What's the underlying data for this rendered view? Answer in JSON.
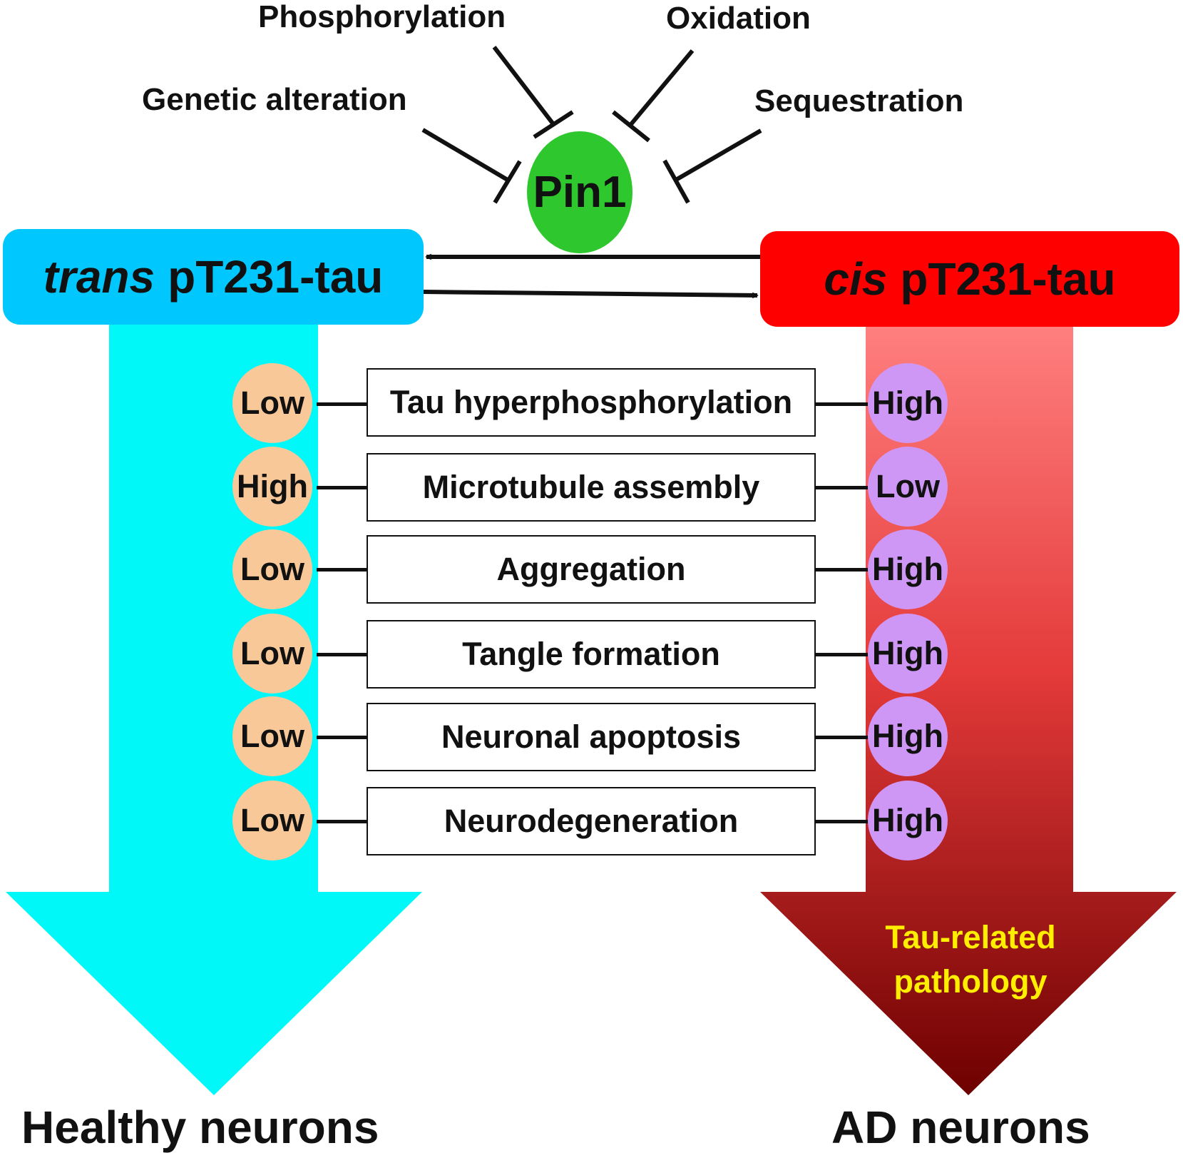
{
  "regulators": {
    "phosphorylation": "Phosphorylation",
    "oxidation": "Oxidation",
    "genetic_alteration": "Genetic alteration",
    "sequestration": "Sequestration"
  },
  "pin1": {
    "label": "Pin1",
    "color": "#2ec82e"
  },
  "states": {
    "trans": {
      "prefix": "trans",
      "label": "pT231-tau",
      "color": "#00c8ff"
    },
    "cis": {
      "prefix": "cis",
      "label": "pT231-tau",
      "color": "#ff0000"
    }
  },
  "processes": [
    {
      "label": "Tau hyperphosphorylation",
      "trans_level": "Low",
      "cis_level": "High"
    },
    {
      "label": "Microtubule assembly",
      "trans_level": "High",
      "cis_level": "Low"
    },
    {
      "label": "Aggregation",
      "trans_level": "Low",
      "cis_level": "High"
    },
    {
      "label": "Tangle formation",
      "trans_level": "Low",
      "cis_level": "High"
    },
    {
      "label": "Neuronal apoptosis",
      "trans_level": "Low",
      "cis_level": "High"
    },
    {
      "label": "Neurodegeneration",
      "trans_level": "Low",
      "cis_level": "High"
    }
  ],
  "pathology": {
    "line1": "Tau-related",
    "line2": "pathology",
    "color": "#ffee00"
  },
  "outcomes": {
    "healthy": "Healthy neurons",
    "ad": "AD neurons"
  },
  "colors": {
    "trans_arrow": "#00f8f8",
    "cis_arrow_top": "#ff7f7f",
    "cis_arrow_bottom": "#6e0000",
    "low_level_fill": "#f8c898",
    "high_level_fill": "#cf97f5"
  }
}
